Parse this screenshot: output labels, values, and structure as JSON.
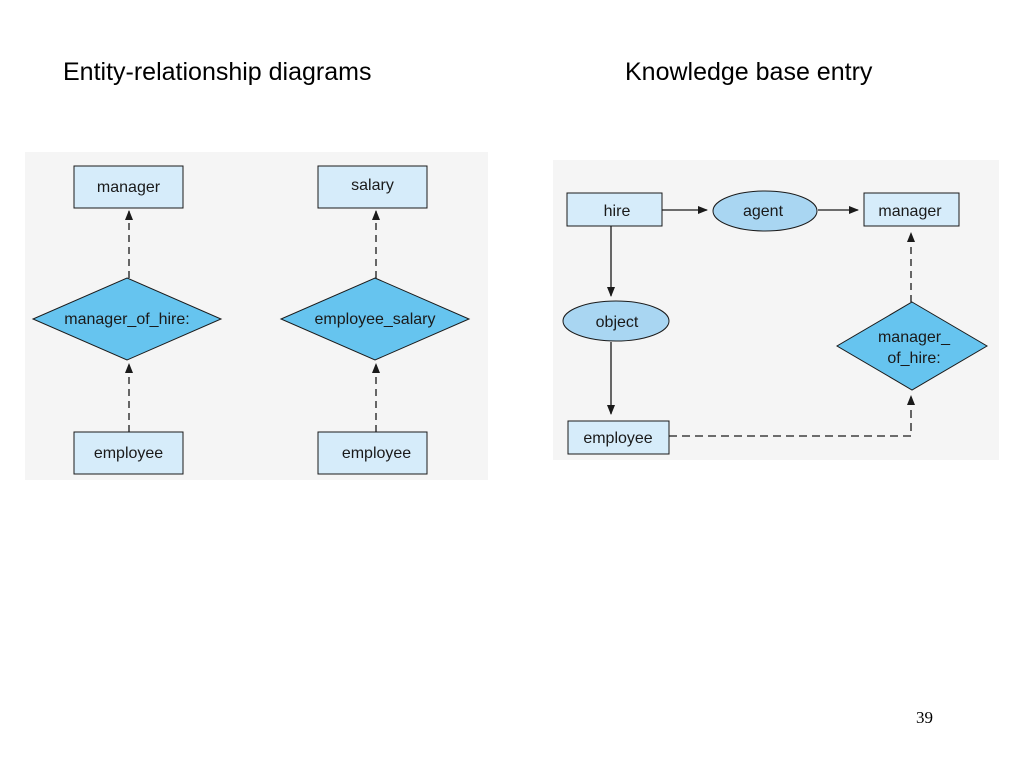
{
  "headings": {
    "left": "Entity-relationship diagrams",
    "right": "Knowledge base entry"
  },
  "colors": {
    "entity_fill": "#d6ecfa",
    "relationship_fill": "#66c4ef",
    "ellipse_fill": "#a9d6f2",
    "panel_bg": "#f5f5f5",
    "line": "#1a1a1a"
  },
  "er_diagrams": [
    {
      "top_entity": "manager",
      "relationship": "manager_of_hire:",
      "bottom_entity": "employee"
    },
    {
      "top_entity": "salary",
      "relationship": "employee_salary",
      "bottom_entity": "employee"
    }
  ],
  "knowledge_base": {
    "nodes": {
      "hire": "hire",
      "agent": "agent",
      "manager": "manager",
      "object": "object",
      "employee": "employee",
      "relationship_line1": "manager_",
      "relationship_line2": "of_hire:"
    }
  },
  "page_number": "39"
}
